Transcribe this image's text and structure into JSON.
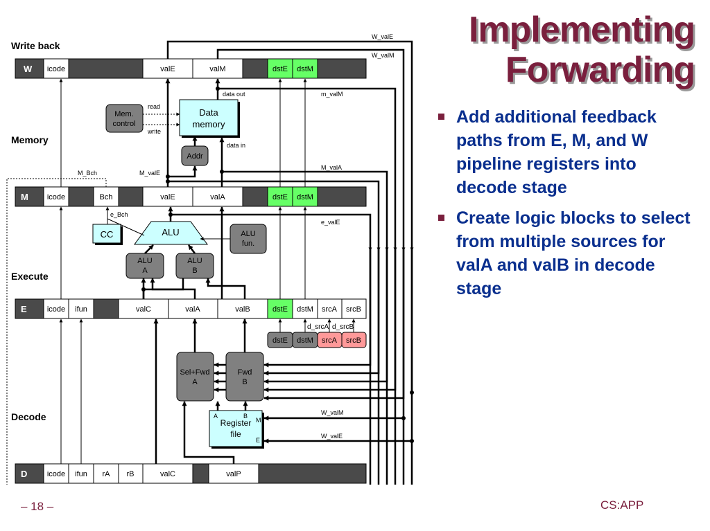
{
  "slide": {
    "title_line1": "Implementing",
    "title_line2": "Forwarding",
    "bullets": [
      "Add additional feedback paths from E, M, and W pipeline registers into decode stage",
      "Create logic blocks to select from multiple sources for valA and valB in decode stage"
    ],
    "page_number": "– 18 –",
    "brand": "CS:APP"
  },
  "colors": {
    "title": "#7a1f3d",
    "bullet_text": "#0a2f8e",
    "register_dark": "#4a4a4a",
    "dst_highlight": "#66ff66",
    "src_highlight": "#ff9999",
    "logic_gray": "#808080",
    "unit_cyan": "#ccffff"
  },
  "stage_labels": {
    "write_back": "Write back",
    "memory": "Memory",
    "execute": "Execute",
    "decode": "Decode"
  },
  "registers": {
    "W": {
      "label": "W",
      "icode": "icode",
      "valE": "valE",
      "valM": "valM",
      "dstE": "dstE",
      "dstM": "dstM"
    },
    "M": {
      "label": "M",
      "icode": "icode",
      "Bch": "Bch",
      "valE": "valE",
      "valA": "valA",
      "dstE": "dstE",
      "dstM": "dstM"
    },
    "E": {
      "label": "E",
      "icode": "icode",
      "ifun": "ifun",
      "valC": "valC",
      "valA": "valA",
      "valB": "valB",
      "dstE": "dstE",
      "dstM": "dstM",
      "srcA": "srcA",
      "srcB": "srcB"
    },
    "D": {
      "label": "D",
      "icode": "icode",
      "ifun": "ifun",
      "rA": "rA",
      "rB": "rB",
      "valC": "valC",
      "valP": "valP"
    }
  },
  "decode_outputs": {
    "dstE": "dstE",
    "dstM": "dstM",
    "srcA": "srcA",
    "srcB": "srcB"
  },
  "units": {
    "mem_control": [
      "Mem.",
      "control"
    ],
    "data_memory": [
      "Data",
      "memory"
    ],
    "addr": "Addr",
    "cc": "CC",
    "alu": "ALU",
    "alu_fun": [
      "ALU",
      "fun."
    ],
    "alu_a": [
      "ALU",
      "A"
    ],
    "alu_b": [
      "ALU",
      "B"
    ],
    "sel_fwd_a": [
      "Sel+Fwd",
      "A"
    ],
    "fwd_b": [
      "Fwd",
      "B"
    ],
    "register_file": [
      "Register",
      "file"
    ],
    "rf_port_a": "A",
    "rf_port_b": "B",
    "rf_port_m": "M",
    "rf_port_e": "E"
  },
  "signals": {
    "W_valE": "W_valE",
    "W_valM": "W_valM",
    "m_valM": "m_valM",
    "M_valA": "M_valA",
    "M_valE": "M_valE",
    "M_Bch": "M_Bch",
    "e_Bch": "e_Bch",
    "e_valE": "e_valE",
    "data_out": "data out",
    "data_in": "data in",
    "read": "read",
    "write": "write",
    "d_srcA": "d_srcA",
    "d_srcB": "d_srcB",
    "rf_W_valM": "W_valM",
    "rf_W_valE": "W_valE"
  }
}
